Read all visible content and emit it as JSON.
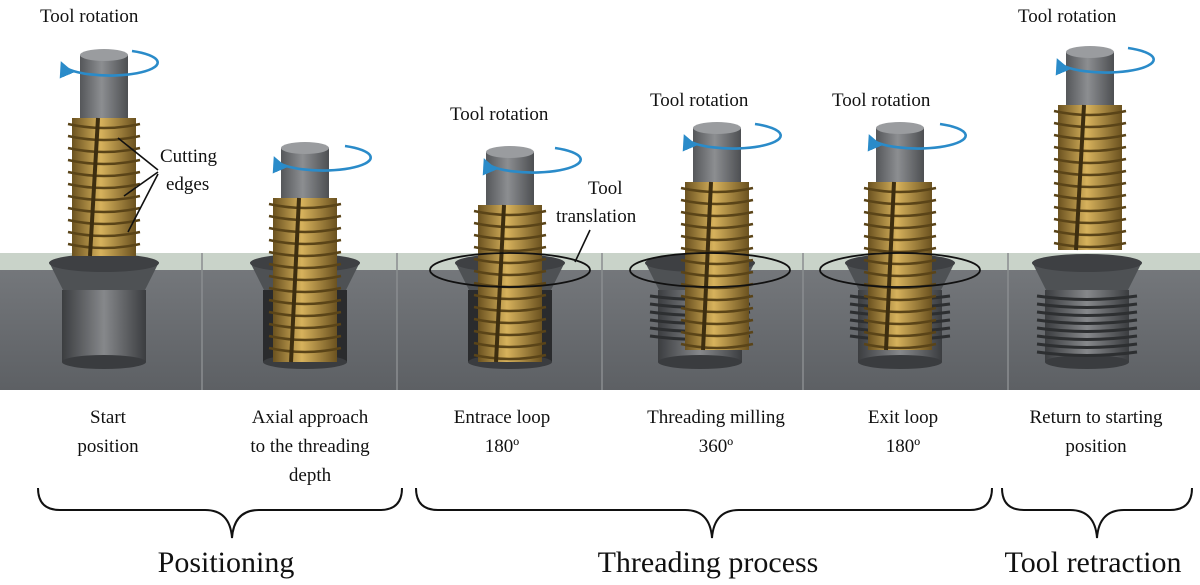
{
  "rotation_label": "Tool rotation",
  "annotations": {
    "cutting_edges_line1": "Cutting",
    "cutting_edges_line2": "edges",
    "tool_translation_line1": "Tool",
    "tool_translation_line2": "translation"
  },
  "steps": [
    {
      "caption": [
        "Start",
        "position"
      ]
    },
    {
      "caption": [
        "Axial approach",
        "to the threading",
        "depth"
      ]
    },
    {
      "caption": [
        "Entrace loop",
        "180º"
      ]
    },
    {
      "caption": [
        "Threading milling",
        "360º"
      ]
    },
    {
      "caption": [
        "Exit loop",
        "180º"
      ]
    },
    {
      "caption": [
        "Return to starting",
        "position"
      ]
    }
  ],
  "phases": [
    "Positioning",
    "Threading process",
    "Tool retraction"
  ],
  "colors": {
    "rotation_arrow": "#2a8bc9",
    "workpiece_top": "#c9d3c9",
    "workpiece_body": "#6b6e72",
    "tool_shank": "#6e6f72",
    "thread_gold": "#b08a3a",
    "thread_dark": "#5a4418"
  }
}
